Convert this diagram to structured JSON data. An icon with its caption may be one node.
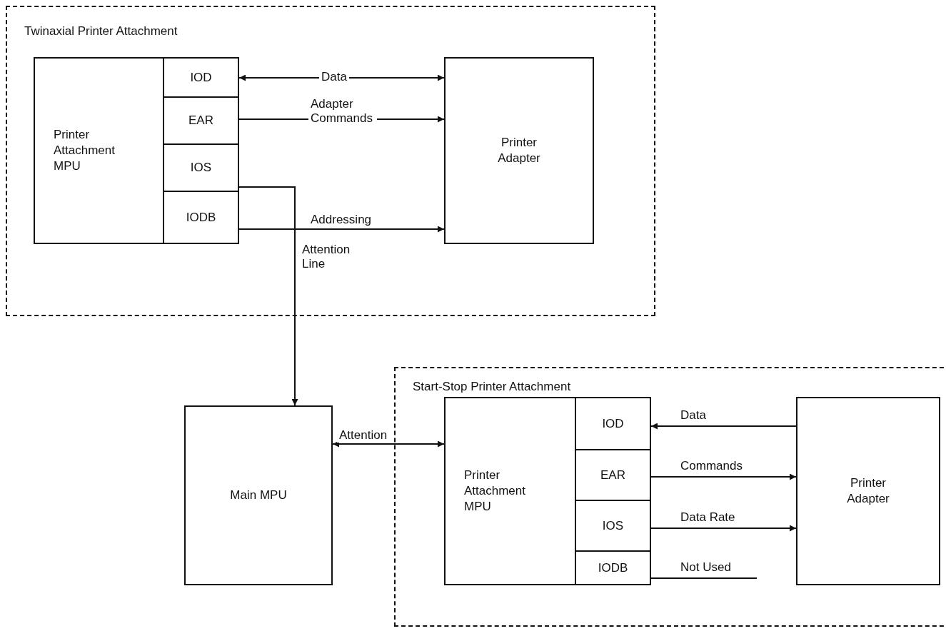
{
  "diagram": {
    "nodes": [
      {
        "text": [
          "Twinaxial Printer Attachment"
        ]
      },
      {
        "text": [
          "Printer Attachment MPU"
        ],
        "in": 0
      },
      {
        "text": [
          "IOD"
        ],
        "in": 0
      },
      {
        "text": [
          "EAR"
        ],
        "in": 0
      },
      {
        "text": [
          "IOS"
        ],
        "in": 0
      },
      {
        "text": [
          "IODB"
        ],
        "in": 0
      },
      {
        "text": [
          "Printer Adapter"
        ],
        "in": 0
      },
      {
        "text": [
          "Main MPU"
        ]
      },
      {
        "text": [
          "Start-Stop Printer Attachment"
        ]
      },
      {
        "text": [
          "Printer Attachment MPU"
        ],
        "in": 8
      },
      {
        "text": [
          "IOD"
        ],
        "in": 8
      },
      {
        "text": [
          "EAR"
        ],
        "in": 8
      },
      {
        "text": [
          "IOS"
        ],
        "in": 8
      },
      {
        "text": [
          "IODB"
        ],
        "in": 8
      },
      {
        "text": [
          "Printer Adapter"
        ],
        "in": 8
      }
    ],
    "edges": [
      {
        "from": 2,
        "to": 6,
        "arrow": "both",
        "label": "Data"
      },
      {
        "from": 3,
        "to": 6,
        "arrow": "to",
        "label": "Adapter Commands"
      },
      {
        "from": 5,
        "to": 6,
        "arrow": "to",
        "label": "Addressing"
      },
      {
        "from": 4,
        "to": 7,
        "arrow": "to",
        "label": "Attention Line"
      },
      {
        "from": 7,
        "to": 9,
        "arrow": "both",
        "label": "Attention"
      },
      {
        "from": 14,
        "to": 10,
        "arrow": "to",
        "label": "Data"
      },
      {
        "from": 11,
        "to": 14,
        "arrow": "to",
        "label": "Commands"
      },
      {
        "from": 12,
        "to": 14,
        "arrow": "to",
        "label": "Data Rate"
      },
      {
        "from": 13,
        "to": null,
        "arrow": "none",
        "label": "Not Used"
      }
    ]
  }
}
